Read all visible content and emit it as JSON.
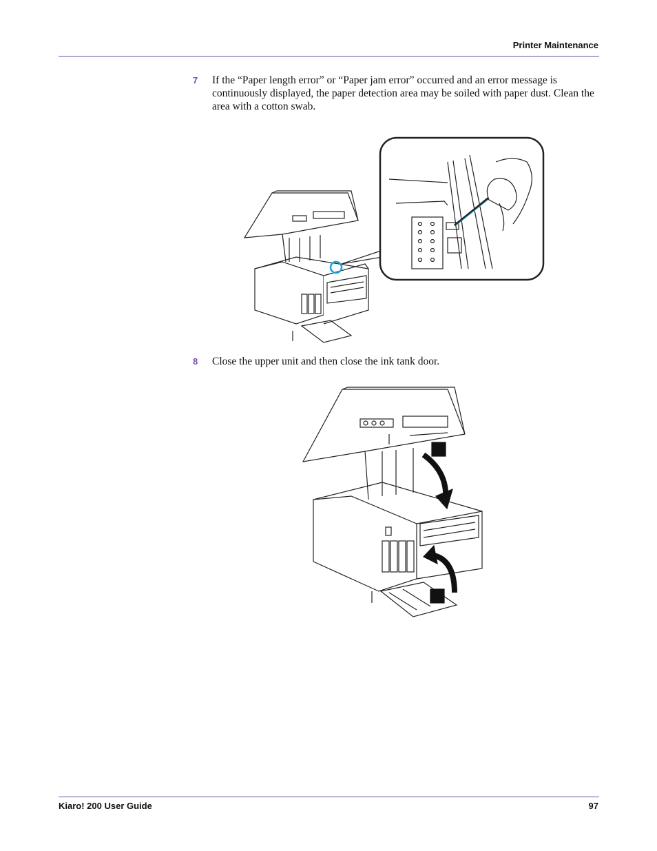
{
  "header": {
    "section_title": "Printer Maintenance"
  },
  "steps": [
    {
      "number": "7",
      "text": "If the “Paper length error” or “Paper jam error” occurred and an error message is continuously displayed, the paper detection area may be soiled with paper dust. Clean the area with a cotton swab."
    },
    {
      "number": "8",
      "text": "Close the upper unit and then close the ink tank door."
    }
  ],
  "figures": {
    "cleaning": {
      "highlight_color": "#1a9fd9"
    },
    "closing": {
      "arrow_color": "#111111"
    }
  },
  "footer": {
    "guide_title": "Kiaro! 200 User Guide",
    "page_number": "97"
  },
  "colors": {
    "rule": "#6a4f9c",
    "step_number": "#7a4fb0"
  }
}
